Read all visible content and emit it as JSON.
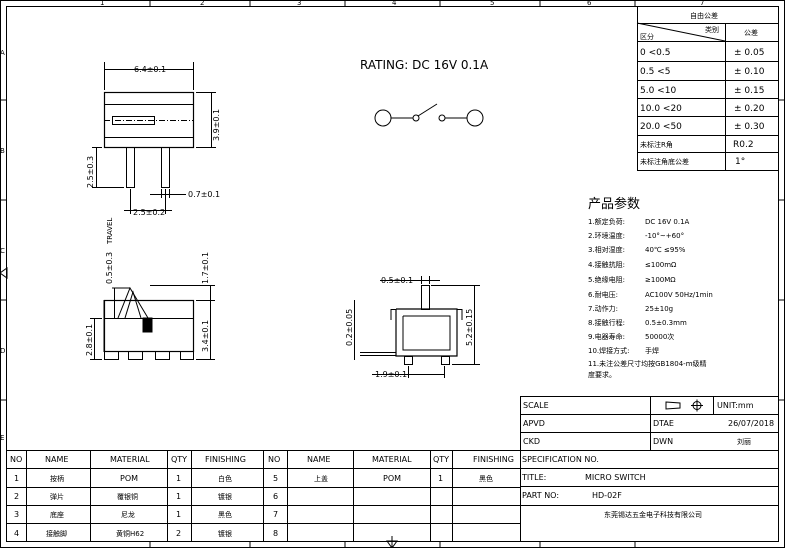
{
  "frame": {
    "top_numbers": [
      "1",
      "2",
      "3",
      "4",
      "5",
      "6",
      "7"
    ],
    "side_letters": [
      "A",
      "B",
      "C",
      "D",
      "E"
    ]
  },
  "rating": "RATING: DC  16V  0.1A",
  "tolerance": {
    "title": "自由公差",
    "col_header_left_top": "类别",
    "col_header_left_bottom": "区分",
    "col_header_right": "公差",
    "rows": [
      {
        "range": "0    <0.5",
        "tol": "± 0.05"
      },
      {
        "range": "0.5    <5",
        "tol": "± 0.10"
      },
      {
        "range": "5.0    <10",
        "tol": "± 0.15"
      },
      {
        "range": "10.0   <20",
        "tol": "± 0.20"
      },
      {
        "range": "20.0   <50",
        "tol": "± 0.30"
      }
    ],
    "r_label": "未标注R角",
    "r_value": "R0.2",
    "angle_label": "未标注角底公差",
    "angle_value": "1°"
  },
  "params": {
    "title": "产品参数",
    "items": [
      {
        "label": "1.额定负荷:",
        "value": "DC  16V  0.1A"
      },
      {
        "label": "2.环境温度:",
        "value": "-10°~+60°"
      },
      {
        "label": "3.相对湿度:",
        "value": "40℃  ≤95%"
      },
      {
        "label": "4.接触抗阻:",
        "value": "≤100mΩ"
      },
      {
        "label": "5.绝缘电阻:",
        "value": "≥100MΩ"
      },
      {
        "label": "6.耐电压:",
        "value": "AC100V  50Hz/1min"
      },
      {
        "label": "7.动作力:",
        "value": "25±10g"
      },
      {
        "label": "8.接触行程:",
        "value": "0.5±0.3mm"
      },
      {
        "label": "9.电器寿命:",
        "value": "50000次"
      },
      {
        "label": "10.焊接方式:",
        "value": "手焊"
      }
    ],
    "note_line1": "11.未注公差尺寸均按GB1804-m级精",
    "note_line2": "度要求。"
  },
  "dimensions": {
    "top_width": "6.4±0.1",
    "top_height": "3.9±0.1",
    "left_height": "2.5±0.3",
    "pin_pitch": "2.5±0.2",
    "pin_width": "0.7±0.1",
    "travel": "TRAVEL",
    "travel_value": "0.5±0.3",
    "side_top": "1.7±0.1",
    "side_left": "2.8±0.1",
    "side_right": "3.4±0.1",
    "end_top": "0.5±0.1",
    "end_left": "0.2±0.05",
    "end_right": "5.2±0.15",
    "end_bottom": "1.9±0.1"
  },
  "title_block": {
    "scale_label": "SCALE",
    "unit": "UNIT:mm",
    "apvd_label": "APVD",
    "date_label": "DTAE",
    "date_value": "26/07/2018",
    "ckd_label": "CKD",
    "dwn_label": "DWN",
    "dwn_value": "刘丽",
    "spec_label": "SPECIFICATION NO.",
    "title_label": "TITLE:",
    "title_value": "MICRO SWITCH",
    "part_label": "PART NO:",
    "part_value": "HD-02F",
    "company": "东莞锡达五金电子科技有限公司"
  },
  "bom": {
    "headers": [
      "NO",
      "NAME",
      "MATERIAL",
      "QTY",
      "FINISHING"
    ],
    "left": [
      {
        "no": "1",
        "name": "按柄",
        "material": "POM",
        "qty": "1",
        "finishing": "白色"
      },
      {
        "no": "2",
        "name": "弹片",
        "material": "覆银铜",
        "qty": "1",
        "finishing": "镀银"
      },
      {
        "no": "3",
        "name": "底座",
        "material": "尼龙",
        "qty": "1",
        "finishing": "黑色"
      },
      {
        "no": "4",
        "name": "接触脚",
        "material": "黄铜H62",
        "qty": "2",
        "finishing": "镀银"
      }
    ],
    "right": [
      {
        "no": "5",
        "name": "上盖",
        "material": "POM",
        "qty": "1",
        "finishing": "黑色"
      },
      {
        "no": "6",
        "name": "",
        "material": "",
        "qty": "",
        "finishing": ""
      },
      {
        "no": "7",
        "name": "",
        "material": "",
        "qty": "",
        "finishing": ""
      },
      {
        "no": "8",
        "name": "",
        "material": "",
        "qty": "",
        "finishing": ""
      }
    ]
  }
}
